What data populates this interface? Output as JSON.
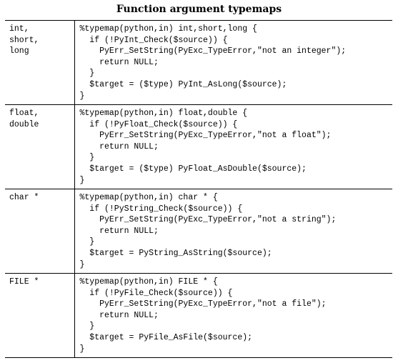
{
  "caption": "Function argument typemaps",
  "rows": [
    {
      "types": "int,\nshort,\nlong",
      "code": "%typemap(python,in) int,short,long {\n  if (!PyInt_Check($source)) {\n    PyErr_SetString(PyExc_TypeError,\"not an integer\");\n    return NULL;\n  }\n  $target = ($type) PyInt_AsLong($source);\n}"
    },
    {
      "types": "float,\ndouble",
      "code": "%typemap(python,in) float,double {\n  if (!PyFloat_Check($source)) {\n    PyErr_SetString(PyExc_TypeError,\"not a float\");\n    return NULL;\n  }\n  $target = ($type) PyFloat_AsDouble($source);\n}"
    },
    {
      "types": "char *",
      "code": "%typemap(python,in) char * {\n  if (!PyString_Check($source)) {\n    PyErr_SetString(PyExc_TypeError,\"not a string\");\n    return NULL;\n  }\n  $target = PyString_AsString($source);\n}"
    },
    {
      "types": "FILE *",
      "code": "%typemap(python,in) FILE * {\n  if (!PyFile_Check($source)) {\n    PyErr_SetString(PyExc_TypeError,\"not a file\");\n    return NULL;\n  }\n  $target = PyFile_AsFile($source);\n}"
    }
  ]
}
